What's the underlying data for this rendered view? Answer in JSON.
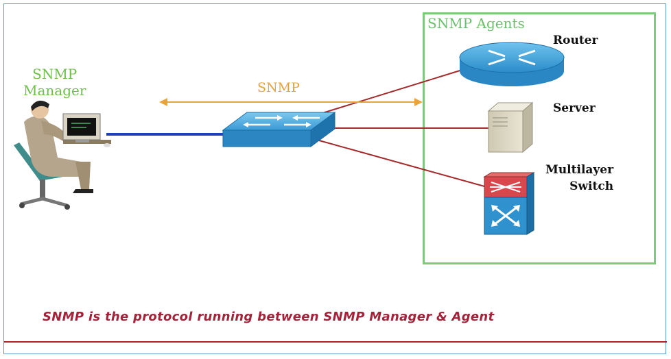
{
  "manager": {
    "label_line1": "SNMP",
    "label_line2": "Manager"
  },
  "protocol": {
    "label": "SNMP"
  },
  "agents": {
    "title": "SNMP Agents",
    "router": "Router",
    "server": "Server",
    "mls_line1": "Multilayer",
    "mls_line2": "Switch"
  },
  "caption": "SNMP is the protocol running between SNMP Manager & Agent",
  "colors": {
    "frame": "#5b9bd5",
    "agents_box": "#7fc97f",
    "link_red": "#a52a2a",
    "link_blue": "#1f3fbf",
    "arrow": "#e8a33a",
    "device_blue": "#3aa0d8",
    "caption": "#a3243a"
  },
  "icons": [
    "person-at-computer-icon",
    "switch-icon",
    "router-icon",
    "server-icon",
    "multilayer-switch-icon"
  ]
}
